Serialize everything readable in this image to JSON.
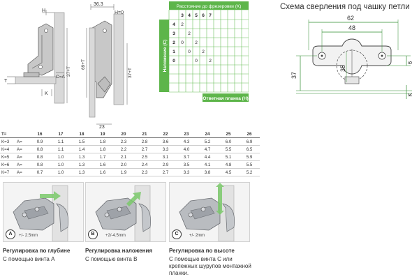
{
  "hinge_drawing": {
    "label_h": "H",
    "label_t": "T",
    "label_k": "K",
    "label_ca": "C=A",
    "label_37t_left": "37+T",
    "dim_36_3": "36.3",
    "label_h0": "H=0",
    "label_69t": "69+T",
    "label_37t_right": "37+T",
    "dim_23": "23"
  },
  "matrix": {
    "top_title": "Расстояние до фрезеровки (K)",
    "left_title": "Наложение (С)",
    "bottom_title": "Ответная планка (H)",
    "col_headers": [
      "3",
      "4",
      "5",
      "6",
      "7"
    ],
    "row_headers": [
      "4",
      "3",
      "2",
      "1",
      "0"
    ],
    "cells": [
      {
        "row": 0,
        "col": 0,
        "text": "2"
      },
      {
        "row": 1,
        "col": 1,
        "text": "2"
      },
      {
        "row": 2,
        "col": 0,
        "text": "0"
      },
      {
        "row": 2,
        "col": 2,
        "text": "2"
      },
      {
        "row": 3,
        "col": 1,
        "text": "0"
      },
      {
        "row": 3,
        "col": 3,
        "text": "2"
      },
      {
        "row": 4,
        "col": 2,
        "text": "0"
      },
      {
        "row": 4,
        "col": 4,
        "text": "2"
      }
    ],
    "green": "#5db54a",
    "green_dark": "#2e7d2a"
  },
  "drill": {
    "title": "Схема сверления под чашку петли",
    "dim_62": "62",
    "dim_48": "48",
    "dim_35": "35",
    "dim_37": "37",
    "dim_6": "6",
    "label_k": "K"
  },
  "offset_table": {
    "header": [
      "T=",
      "",
      "16",
      "17",
      "18",
      "19",
      "20",
      "21",
      "22",
      "23",
      "24",
      "25",
      "26"
    ],
    "rows": [
      [
        "K=3",
        "A=",
        "0.9",
        "1.1",
        "1.5",
        "1.8",
        "2.3",
        "2.8",
        "3.6",
        "4.3",
        "5.2",
        "6.0",
        "6.9"
      ],
      [
        "K=4",
        "A=",
        "0.8",
        "1.1",
        "1.4",
        "1.8",
        "2.2",
        "2.7",
        "3.3",
        "4.0",
        "4.7",
        "5.5",
        "6.5"
      ],
      [
        "K=5",
        "A=",
        "0.8",
        "1.0",
        "1.3",
        "1.7",
        "2.1",
        "2.5",
        "3.1",
        "3.7",
        "4.4",
        "5.1",
        "5.9"
      ],
      [
        "K=6",
        "A=",
        "0.8",
        "1.0",
        "1.3",
        "1.6",
        "2.0",
        "2.4",
        "2.9",
        "3.5",
        "4.1",
        "4.8",
        "5.5"
      ],
      [
        "K=7",
        "A=",
        "0.7",
        "1.0",
        "1.3",
        "1.6",
        "1.9",
        "2.3",
        "2.7",
        "3.3",
        "3.8",
        "4.5",
        "5.2"
      ]
    ]
  },
  "adjustments": [
    {
      "badge": "A",
      "range": "+/- 2.5mm",
      "title": "Регулировка по глубине",
      "text": "С помощью винта А"
    },
    {
      "badge": "B",
      "range": "+2/-4.5mm",
      "title": "Регулировка наложения",
      "text": "С помощью винта В"
    },
    {
      "badge": "C",
      "range": "+/- 2mm",
      "title": "Регулировка по высоте",
      "text": "С помощью винта С или крепежных шурупов монтажной планки."
    }
  ]
}
